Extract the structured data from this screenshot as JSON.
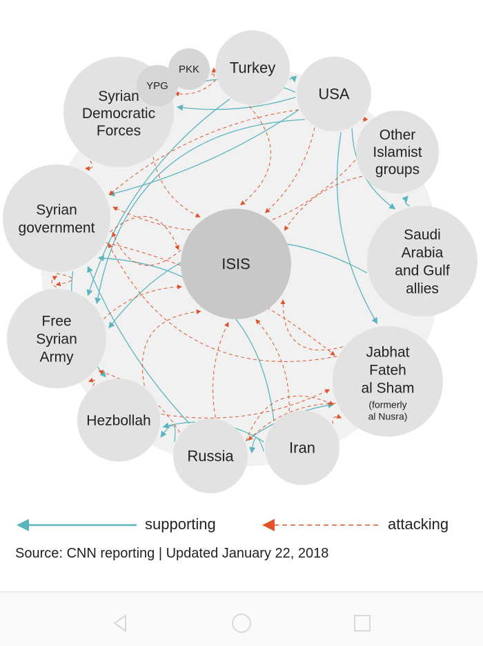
{
  "nodes": [
    {
      "id": "sdf",
      "lines": [
        "Syrian",
        "Democratic",
        "Forces"
      ]
    },
    {
      "id": "ypg",
      "lines": [
        "YPG"
      ]
    },
    {
      "id": "pkk",
      "lines": [
        "PKK"
      ]
    },
    {
      "id": "turkey",
      "lines": [
        "Turkey"
      ]
    },
    {
      "id": "usa",
      "lines": [
        "USA"
      ]
    },
    {
      "id": "other",
      "lines": [
        "Other",
        "Islamist",
        "groups"
      ]
    },
    {
      "id": "saudi",
      "lines": [
        "Saudi",
        "Arabia",
        "and Gulf",
        "allies"
      ]
    },
    {
      "id": "jabhat",
      "lines": [
        "Jabhat",
        "Fateh",
        "al Sham"
      ],
      "sublines": [
        "(formerly",
        "al Nusra)"
      ]
    },
    {
      "id": "iran",
      "lines": [
        "Iran"
      ]
    },
    {
      "id": "russia",
      "lines": [
        "Russia"
      ]
    },
    {
      "id": "hezbollah",
      "lines": [
        "Hezbollah"
      ]
    },
    {
      "id": "fsa",
      "lines": [
        "Free",
        "Syrian",
        "Army"
      ]
    },
    {
      "id": "syrgov",
      "lines": [
        "Syrian",
        "government"
      ]
    },
    {
      "id": "isis",
      "lines": [
        "ISIS"
      ]
    }
  ],
  "supporting": [
    [
      "usa",
      "sdf"
    ],
    [
      "usa",
      "ypg"
    ],
    [
      "usa",
      "fsa"
    ],
    [
      "usa",
      "syrgov"
    ],
    [
      "turkey",
      "fsa"
    ],
    [
      "saudi",
      "fsa"
    ],
    [
      "saudi",
      "other"
    ],
    [
      "usa",
      "saudi"
    ],
    [
      "iran",
      "syrgov"
    ],
    [
      "russia",
      "syrgov"
    ],
    [
      "iran",
      "hezbollah"
    ],
    [
      "russia",
      "hezbollah"
    ],
    [
      "russia",
      "jabhat"
    ],
    [
      "syrgov",
      "hezbollah"
    ],
    [
      "iran",
      "russia"
    ],
    [
      "turkey",
      "usa"
    ],
    [
      "usa",
      "jabhat"
    ]
  ],
  "attacking": [
    [
      "turkey",
      "isis"
    ],
    [
      "usa",
      "isis"
    ],
    [
      "sdf",
      "isis"
    ],
    [
      "syrgov",
      "isis"
    ],
    [
      "russia",
      "isis"
    ],
    [
      "iran",
      "isis"
    ],
    [
      "hezbollah",
      "isis"
    ],
    [
      "fsa",
      "isis"
    ],
    [
      "other",
      "isis"
    ],
    [
      "jabhat",
      "isis"
    ],
    [
      "turkey",
      "sdf"
    ],
    [
      "turkey",
      "ypg"
    ],
    [
      "turkey",
      "pkk"
    ],
    [
      "usa",
      "other"
    ],
    [
      "usa",
      "syrgov"
    ],
    [
      "syrgov",
      "fsa"
    ],
    [
      "fsa",
      "syrgov"
    ],
    [
      "russia",
      "fsa"
    ],
    [
      "russia",
      "jabhat"
    ],
    [
      "syrgov",
      "jabhat"
    ],
    [
      "hezbollah",
      "fsa"
    ],
    [
      "jabhat",
      "syrgov"
    ],
    [
      "iran",
      "jabhat"
    ],
    [
      "jabhat",
      "russia"
    ],
    [
      "other",
      "syrgov"
    ],
    [
      "sdf",
      "syrgov"
    ],
    [
      "hezbollah",
      "jabhat"
    ],
    [
      "isis",
      "syrgov"
    ]
  ],
  "colors": {
    "support": "#5bb5bf",
    "attack": "#e0522a",
    "node": "#e2e2e2",
    "isis": "#c8c8c8",
    "small": "#d6d6d6",
    "backdrop": "#f1f1f1"
  },
  "legend": {
    "supporting_label": "supporting",
    "attacking_label": "attacking"
  },
  "source": "Source: CNN reporting | Updated January 22, 2018",
  "nav": {
    "back_icon": "back-icon",
    "home_icon": "home-icon",
    "recents_icon": "recents-icon"
  }
}
